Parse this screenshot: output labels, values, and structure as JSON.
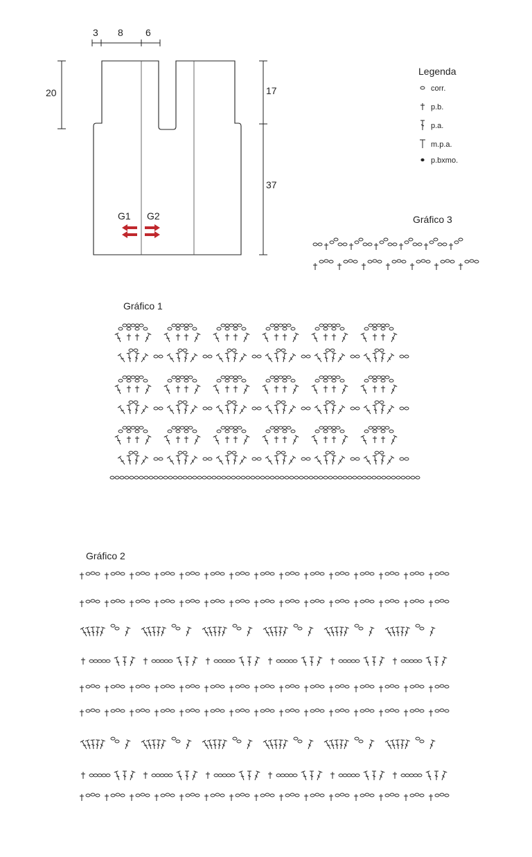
{
  "schematic": {
    "top_dims": [
      "3",
      "8",
      "6"
    ],
    "left_dim": "20",
    "right_dims": [
      "17",
      "37"
    ],
    "arrow_labels": [
      "G1",
      "G2"
    ],
    "arrow_color": "#c0282d"
  },
  "legend": {
    "title": "Legenda",
    "items": [
      {
        "icon": "chain-symbol",
        "label": "corr."
      },
      {
        "icon": "single-crochet-symbol",
        "label": "p.b."
      },
      {
        "icon": "double-crochet-symbol",
        "label": "p.a."
      },
      {
        "icon": "half-double-crochet-symbol",
        "label": "m.p.a."
      },
      {
        "icon": "slip-stitch-symbol",
        "label": "p.bxmo."
      }
    ]
  },
  "charts": {
    "chart1_title": "Gráfico 1",
    "chart2_title": "Gráfico 2",
    "chart3_title": "Gráfico 3"
  }
}
